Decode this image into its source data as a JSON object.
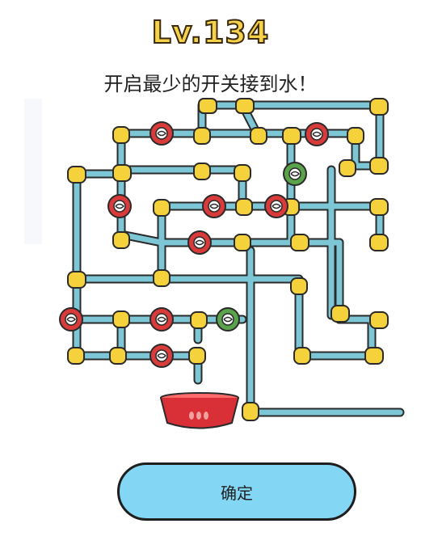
{
  "level": {
    "label": "Lv.134"
  },
  "instruction": "开启最少的开关接到水！",
  "confirm_button": {
    "label": "确定"
  },
  "colors": {
    "pipe": "#7cc6d6",
    "joint": "#f5d23c",
    "valve_closed": "#d93b3b",
    "valve_open": "#5aa34a",
    "bowl": "#d93038",
    "button": "#84d6f5"
  },
  "valves": [
    {
      "id": "valve-1",
      "state": "closed"
    },
    {
      "id": "valve-2",
      "state": "closed"
    },
    {
      "id": "valve-3",
      "state": "open"
    },
    {
      "id": "valve-4",
      "state": "closed"
    },
    {
      "id": "valve-5",
      "state": "closed"
    },
    {
      "id": "valve-6",
      "state": "closed"
    },
    {
      "id": "valve-7",
      "state": "closed"
    },
    {
      "id": "valve-8",
      "state": "closed"
    },
    {
      "id": "valve-9",
      "state": "closed"
    },
    {
      "id": "valve-10",
      "state": "open"
    },
    {
      "id": "valve-11",
      "state": "closed"
    }
  ]
}
